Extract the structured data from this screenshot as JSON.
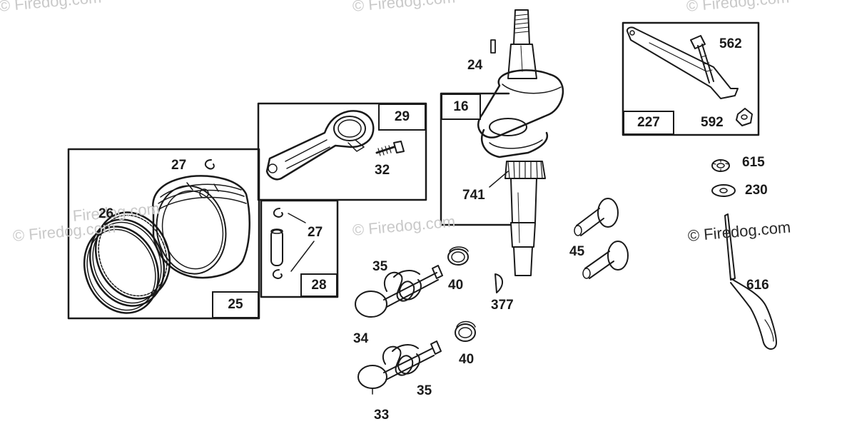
{
  "diagram": {
    "watermarks": {
      "top_left": "© Firedog.com",
      "top_center": "© Firedog.com",
      "top_right": "© Firedog.com",
      "mid_left": "© Firedog.com",
      "mid_ring": "Firedog.com",
      "mid_center": "© Firedog.com",
      "right_main": "© Firedog.com"
    },
    "box_labels": {
      "piston_group": "25",
      "pin_group": "28",
      "connecting_rod": "29",
      "crankshaft": "16",
      "governor_link": "227"
    },
    "callouts": {
      "crank_key": "24",
      "retainer_top": "27",
      "piston_rings": "26",
      "rod_screw": "32",
      "pin_retainers": "27",
      "timing_gear": "741",
      "spring_upper": "35",
      "retainer_cap_upper": "40",
      "flywheel_key": "377",
      "exhaust_valve": "34",
      "retainer_cap_lower": "40",
      "spring_lower": "35",
      "intake_valve": "33",
      "tappets": "45",
      "link_bolt": "562",
      "link_nut": "592",
      "gear_washer": "615",
      "washer": "230",
      "governor_crank": "616"
    }
  }
}
